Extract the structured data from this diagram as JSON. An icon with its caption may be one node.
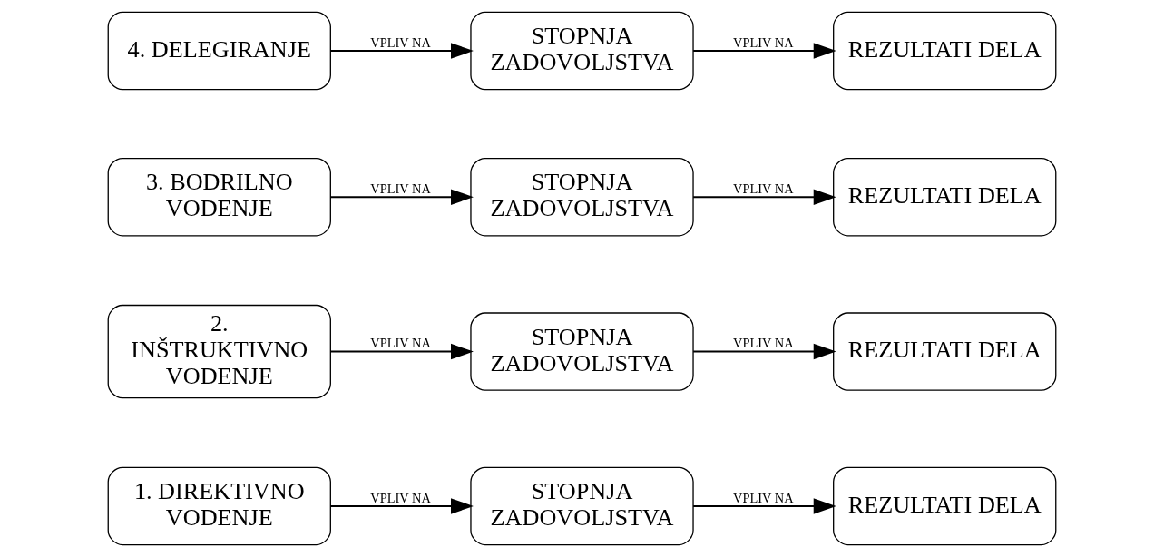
{
  "diagram": {
    "nodes": [
      {
        "text": [
          "1. DIREKTIVNO VODENJE"
        ]
      },
      {
        "text": [
          "STOPNJA ZADOVOLJSTVA"
        ]
      },
      {
        "text": [
          "REZULTATI DELA"
        ]
      },
      {
        "text": [
          "2. INŠTRUKTIVNO VODENJE"
        ]
      },
      {
        "text": [
          "STOPNJA ZADOVOLJSTVA"
        ]
      },
      {
        "text": [
          "REZULTATI DELA"
        ]
      },
      {
        "text": [
          "3. BODRILNO VODENJE"
        ]
      },
      {
        "text": [
          "STOPNJA ZADOVOLJSTVA"
        ]
      },
      {
        "text": [
          "REZULTATI DELA"
        ]
      },
      {
        "text": [
          "4. DELEGIRANJE"
        ]
      },
      {
        "text": [
          "STOPNJA ZADOVOLJSTVA"
        ]
      },
      {
        "text": [
          "REZULTATI DELA"
        ]
      }
    ],
    "edges": [
      {
        "from": 0,
        "to": 1,
        "arrow": "to",
        "label": "VPLIV NA"
      },
      {
        "from": 1,
        "to": 2,
        "arrow": "to",
        "label": "VPLIV NA"
      },
      {
        "from": 3,
        "to": 4,
        "arrow": "to",
        "label": "VPLIV NA"
      },
      {
        "from": 4,
        "to": 5,
        "arrow": "to",
        "label": "VPLIV NA"
      },
      {
        "from": 6,
        "to": 7,
        "arrow": "to",
        "label": "VPLIV NA"
      },
      {
        "from": 7,
        "to": 8,
        "arrow": "to",
        "label": "VPLIV NA"
      },
      {
        "from": 9,
        "to": 10,
        "arrow": "to",
        "label": "VPLIV NA"
      },
      {
        "from": 10,
        "to": 11,
        "arrow": "to",
        "label": "VPLIV NA"
      }
    ]
  }
}
